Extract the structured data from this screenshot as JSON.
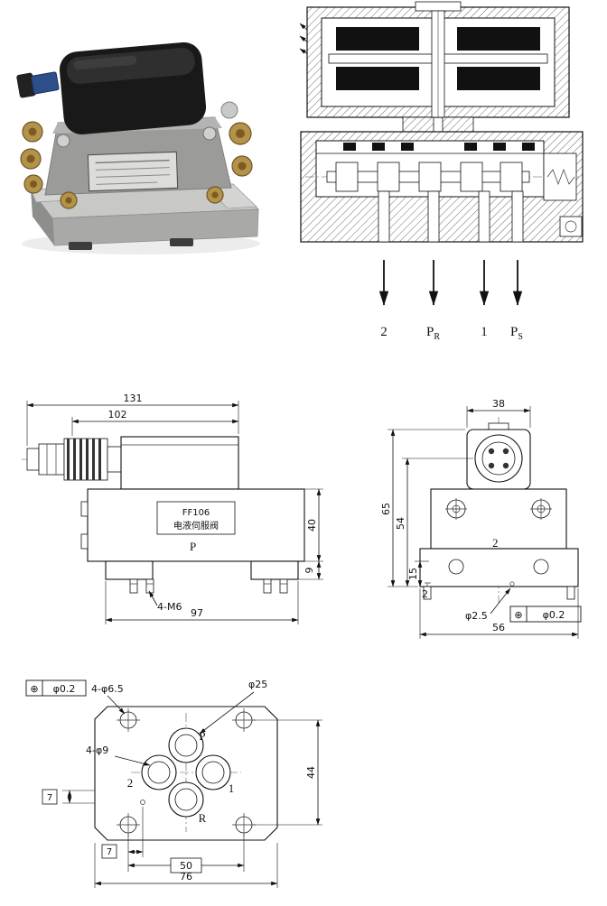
{
  "cross_section": {
    "port_labels": [
      {
        "main": "2",
        "sub": ""
      },
      {
        "main": "P",
        "sub": "R"
      },
      {
        "main": "1",
        "sub": ""
      },
      {
        "main": "P",
        "sub": "S"
      }
    ]
  },
  "side_view": {
    "dim_total_length": "131",
    "dim_body_length": "102",
    "dim_body_height": "40",
    "dim_base_height": "9",
    "dim_mount_length": "97",
    "thread_callout": "4-M6",
    "port_label": "P",
    "plate_model": "FF106",
    "plate_name": "电液伺服阀"
  },
  "end_view": {
    "dim_width": "38",
    "dim_height_total": "65",
    "dim_height_connector": "54",
    "dim_height_base": "15",
    "dim_offset": "2",
    "orifice_callout": "φ2.5",
    "tolerance_symbol": "⊕",
    "tolerance_value": "φ0.2",
    "dim_base_width": "56",
    "port_label": "2"
  },
  "bottom_view": {
    "tolerance_symbol": "⊕",
    "tolerance_value": "φ0.2",
    "corner_hole_callout": "4-φ6.5",
    "port_bore_callout": "φ25",
    "hole_callout": "4-φ9",
    "dim_hole_spacing_v": "44",
    "dim_offset_left": "7",
    "dim_offset_bottom": "7",
    "dim_hole_spacing_h": "50",
    "dim_plate_width": "76",
    "port_p": "P",
    "port_1": "1",
    "port_2": "2",
    "port_r": "R"
  }
}
